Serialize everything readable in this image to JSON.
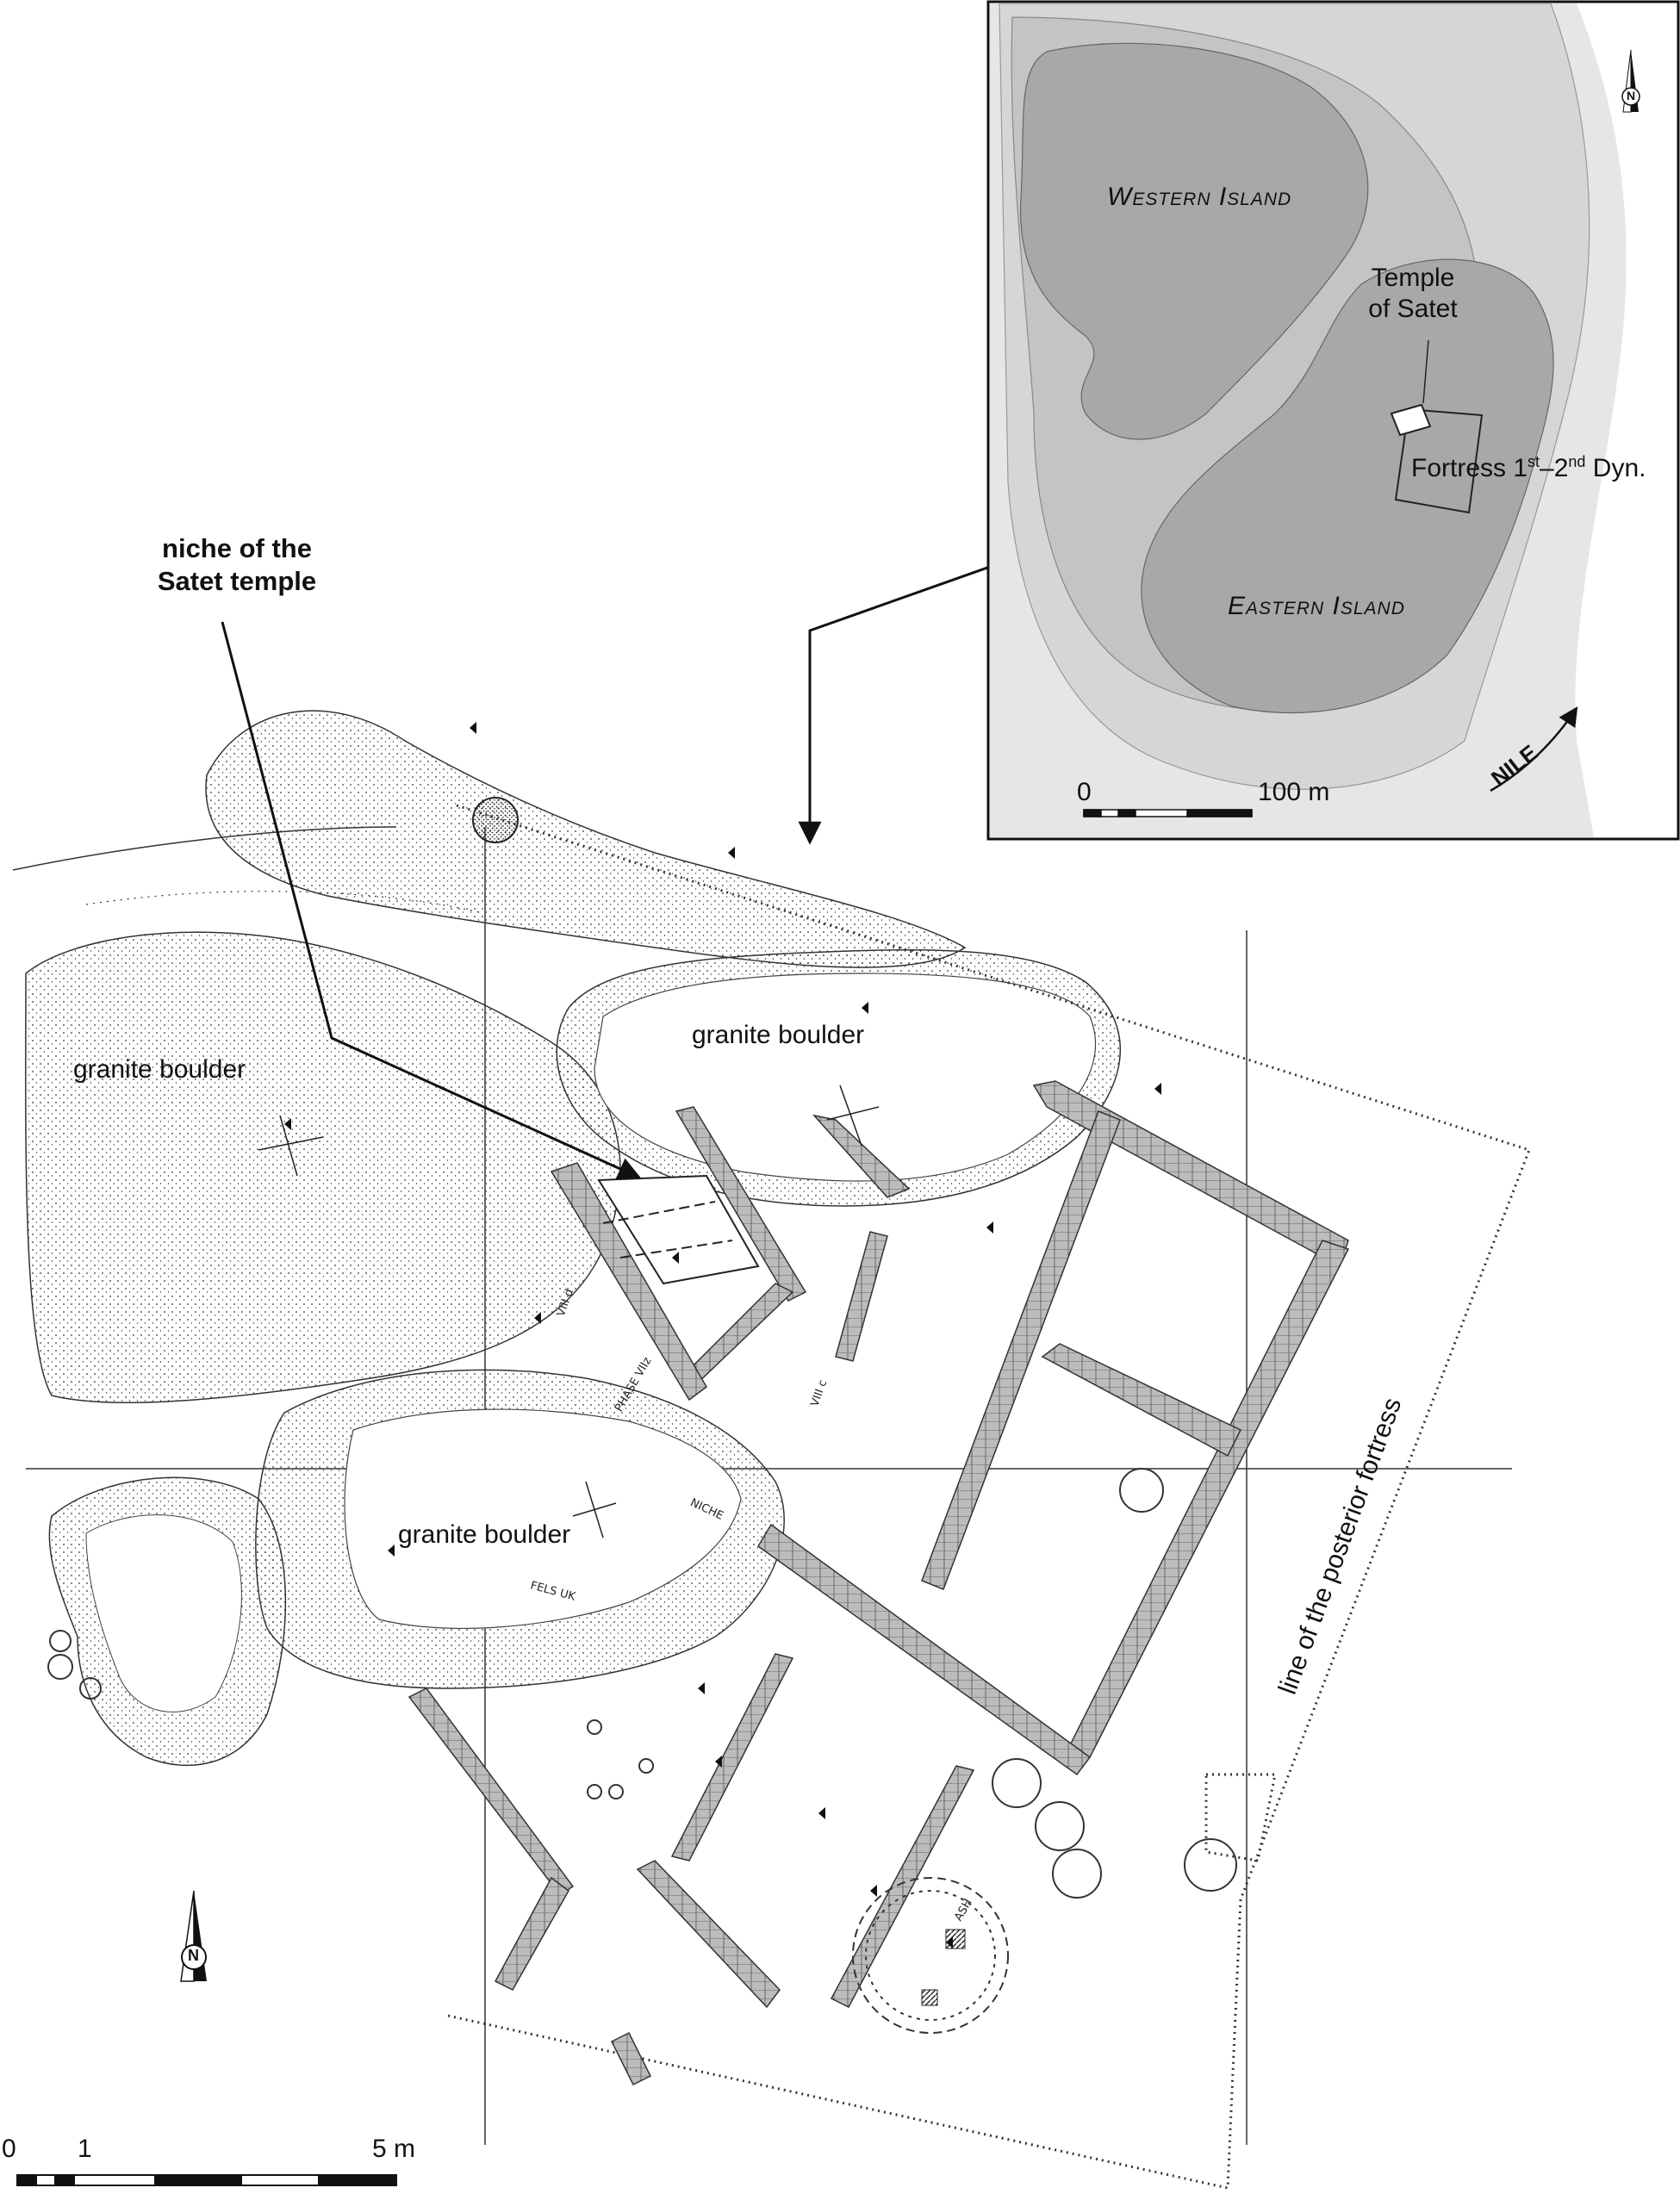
{
  "main_plan": {
    "labels": {
      "niche_line1": "niche of the",
      "niche_line2": "Satet temple",
      "granite_boulder_left": "granite boulder",
      "granite_boulder_center": "granite boulder",
      "granite_boulder_lower": "granite boulder",
      "posterior_fortress": "line of the posterior fortress",
      "phase": "PHASE VIIz",
      "viii_d": "VIII d",
      "viii_c": "VIII c",
      "niche_small": "NICHE",
      "fels_uk": "FELS UK",
      "ash": "ASH"
    },
    "scale_bar": {
      "label_0": "0",
      "label_1": "1",
      "label_5": "5 m"
    },
    "north_arrow": "N"
  },
  "inset_map": {
    "western_island": "Western Island",
    "eastern_island": "Eastern Island",
    "temple_line1": "Temple",
    "temple_line2": "of Satet",
    "fortress_prefix": "Fortress 1",
    "fortress_sup1": "st",
    "fortress_mid": "–2",
    "fortress_sup2": "nd",
    "fortress_suffix": " Dyn.",
    "nile": "NILE",
    "scale_0": "0",
    "scale_100": "100 m",
    "north": "N"
  },
  "colors": {
    "island": "#a9a9a9",
    "shallow_1": "#c4c4c4",
    "shallow_2": "#d9d9d9",
    "shallow_3": "#e8e8e8",
    "wall_fill": "#b9b9b9",
    "line": "#222222"
  }
}
